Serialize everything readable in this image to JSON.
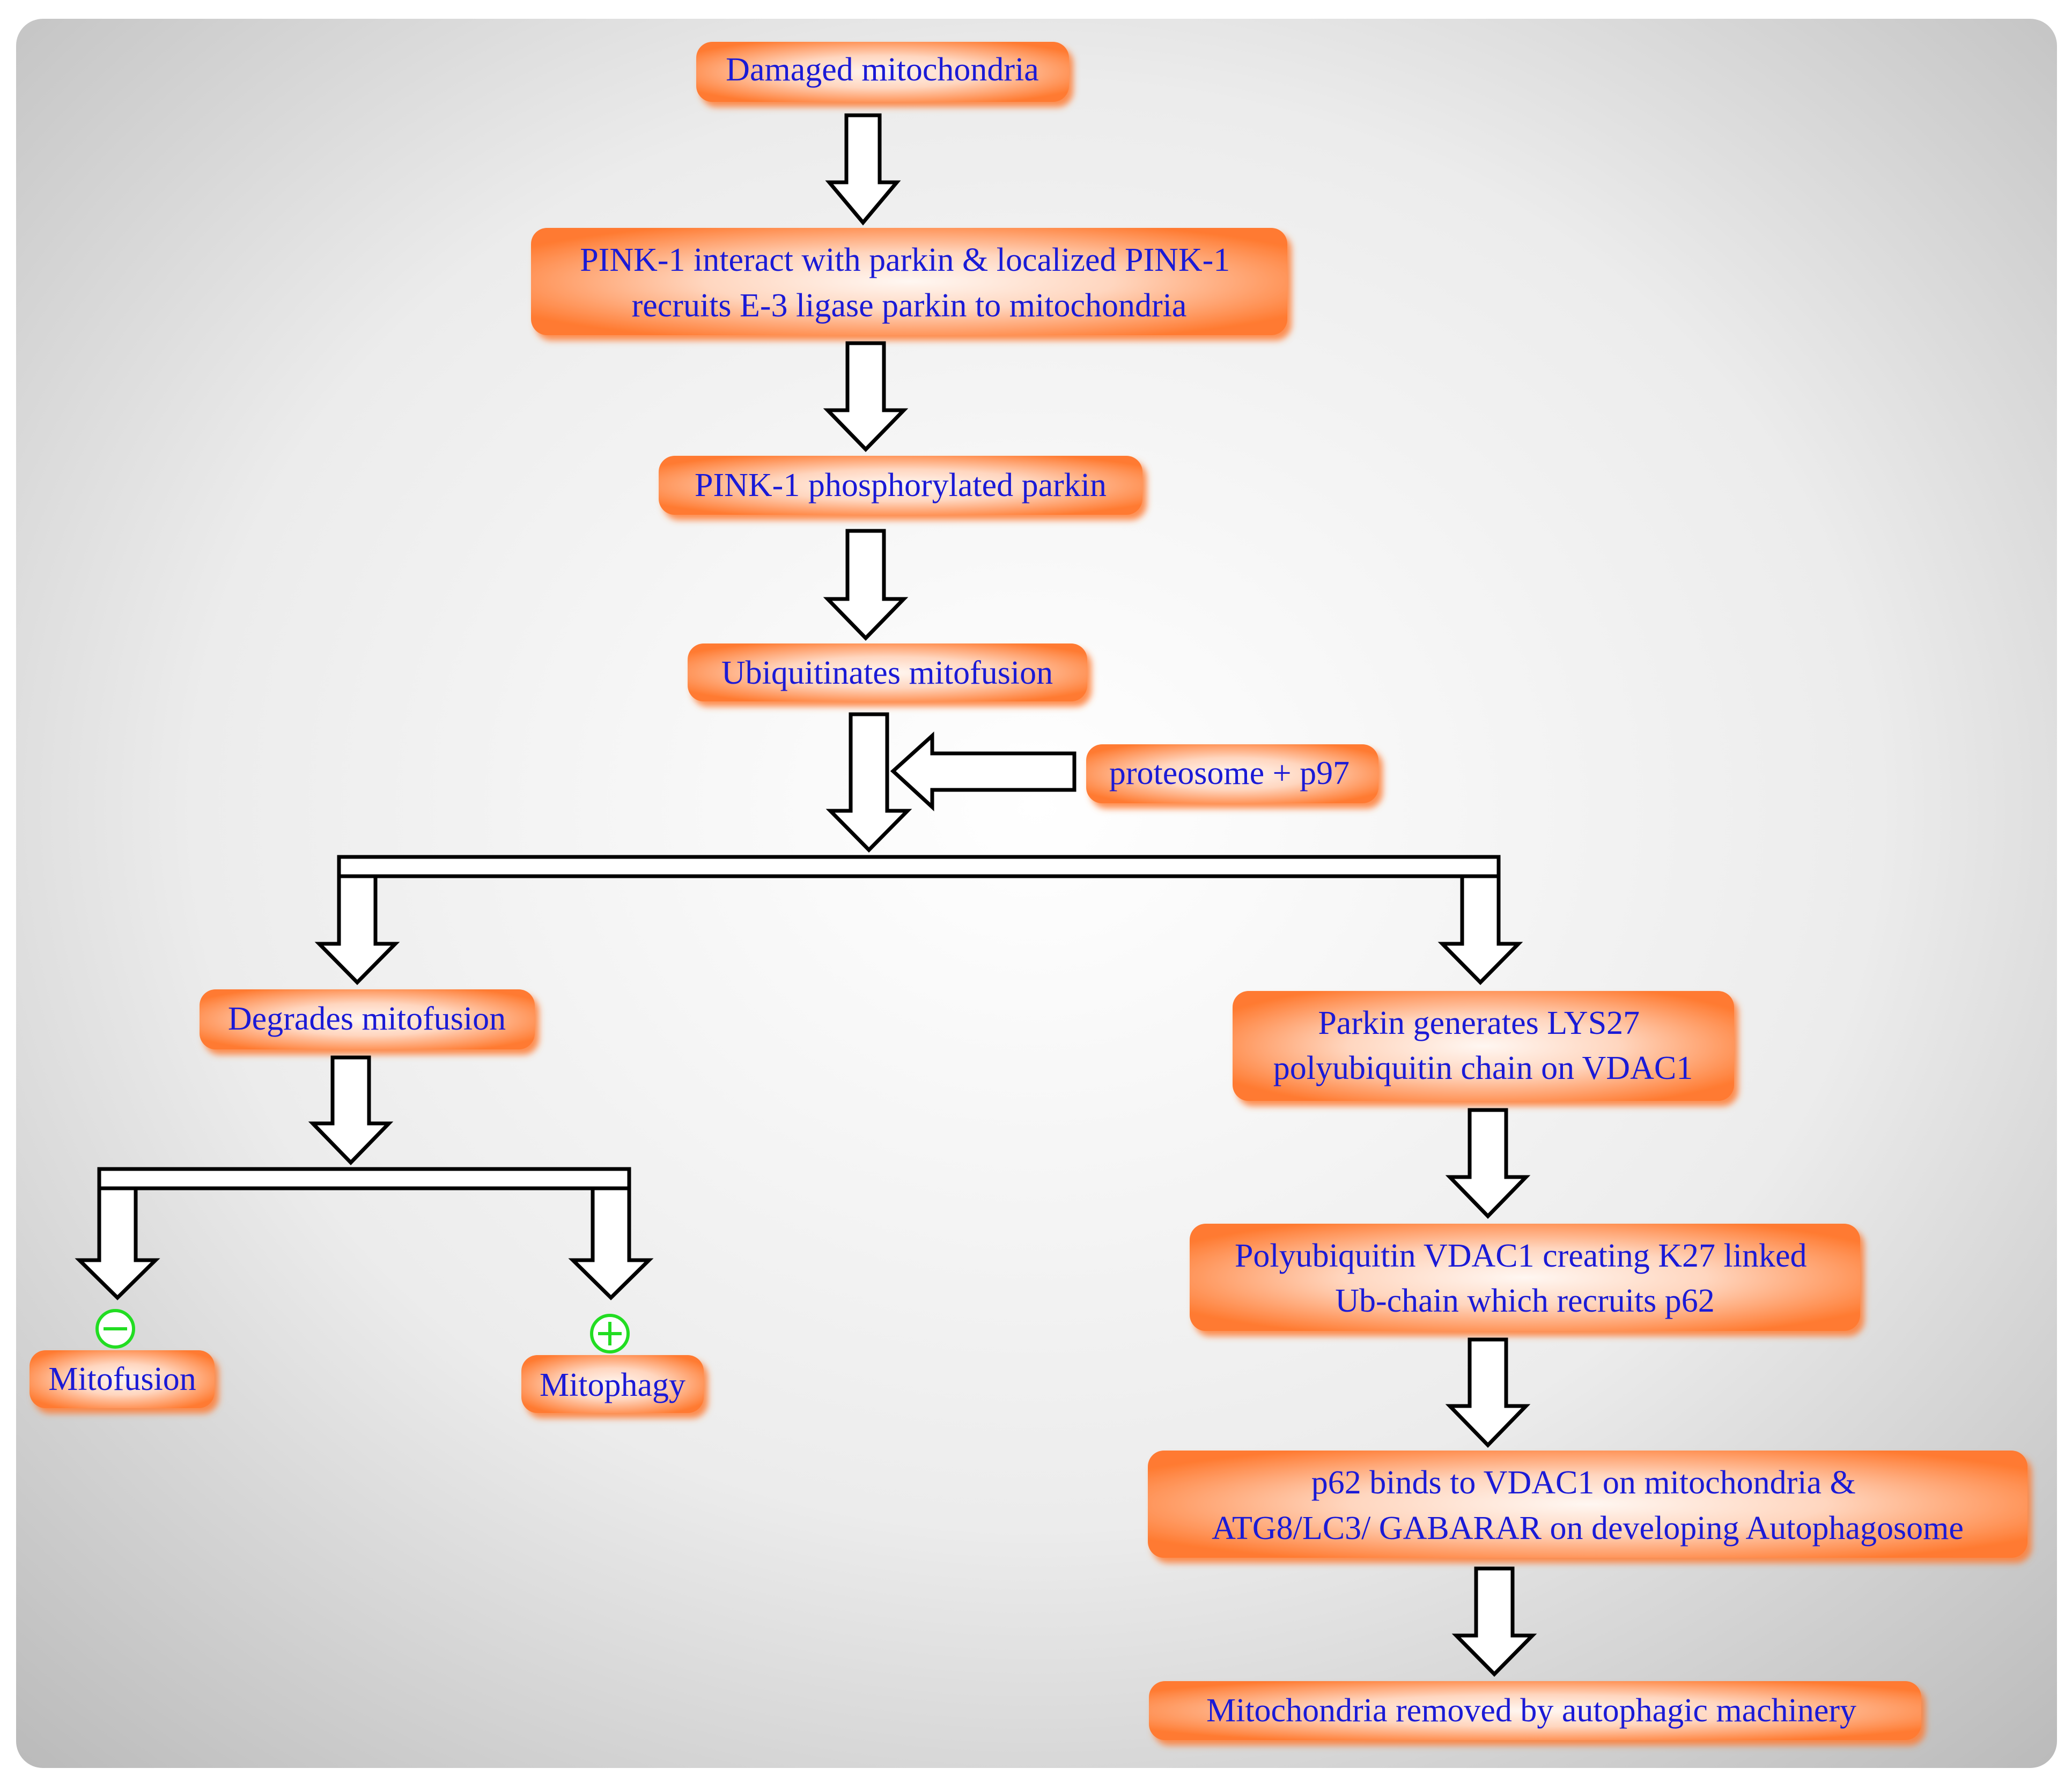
{
  "nodes": {
    "damaged": [
      "Damaged mitochondria"
    ],
    "pink_interact": [
      "PINK-1 interact with parkin & localized PINK-1",
      "recruits E-3 ligase parkin to mitochondria"
    ],
    "phosphorylated": [
      "PINK-1 phosphorylated parkin"
    ],
    "ubiquitinates": [
      "Ubiquitinates mitofusion"
    ],
    "proteosome": [
      "proteosome + p97"
    ],
    "degrades": [
      "Degrades mitofusion"
    ],
    "mitofusion": [
      "Mitofusion"
    ],
    "mitophagy": [
      "Mitophagy"
    ],
    "parkin_lys27": [
      "Parkin generates LYS27",
      "polyubiquitin chain on VDAC1"
    ],
    "polyubiquitin": [
      "Polyubiquitin VDAC1 creating K27 linked",
      "Ub-chain which recruits p62"
    ],
    "p62_binds": [
      "p62 binds to VDAC1 on mitochondria &",
      "ATG8/LC3/ GABARAR on developing Autophagosome"
    ],
    "removed": [
      "Mitochondria removed by autophagic machinery"
    ]
  },
  "effects": {
    "mitofusion": "negative",
    "mitophagy": "positive"
  },
  "colors": {
    "node_orange": "#ff7a30",
    "node_light": "#fff2ea",
    "text": "#1a1ad6",
    "sign": "#22dd22"
  }
}
